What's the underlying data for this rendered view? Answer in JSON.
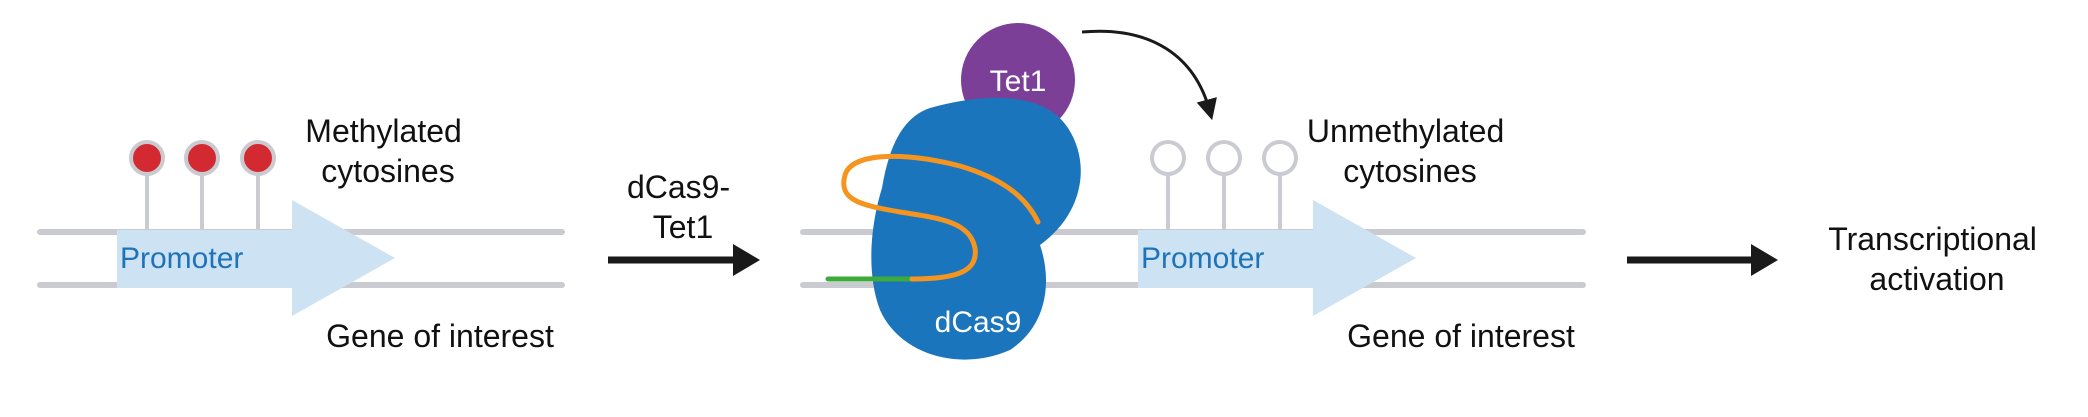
{
  "colors": {
    "dna": "#c9cbd1",
    "promoter_arrow": "#cde3f4",
    "promoter_text": "#1f73b8",
    "methyl_red": "#d32a32",
    "methyl_ring": "#c9cbd1",
    "dcas9": "#1b75bc",
    "tet1": "#7b3f98",
    "guide_rna": "#f5941f",
    "target_strand": "#3cab3c",
    "arrow": "#1a1a1a",
    "label_text": "#111111",
    "inner_label_text": "#ffffff"
  },
  "panels": {
    "before": {
      "marks_label": [
        "Methylated",
        "cytosines"
      ],
      "promoter_label": "Promoter",
      "gene_label": "Gene of interest"
    },
    "treatment": {
      "label": [
        "dCas9-",
        "Tet1"
      ]
    },
    "complex": {
      "dcas9_label": "dCas9",
      "tet1_label": "Tet1"
    },
    "after": {
      "marks_label": [
        "Unmethylated",
        "cytosines"
      ],
      "promoter_label": "Promoter",
      "gene_label": "Gene of interest"
    },
    "outcome": {
      "label": [
        "Transcriptional",
        "activation"
      ]
    }
  }
}
